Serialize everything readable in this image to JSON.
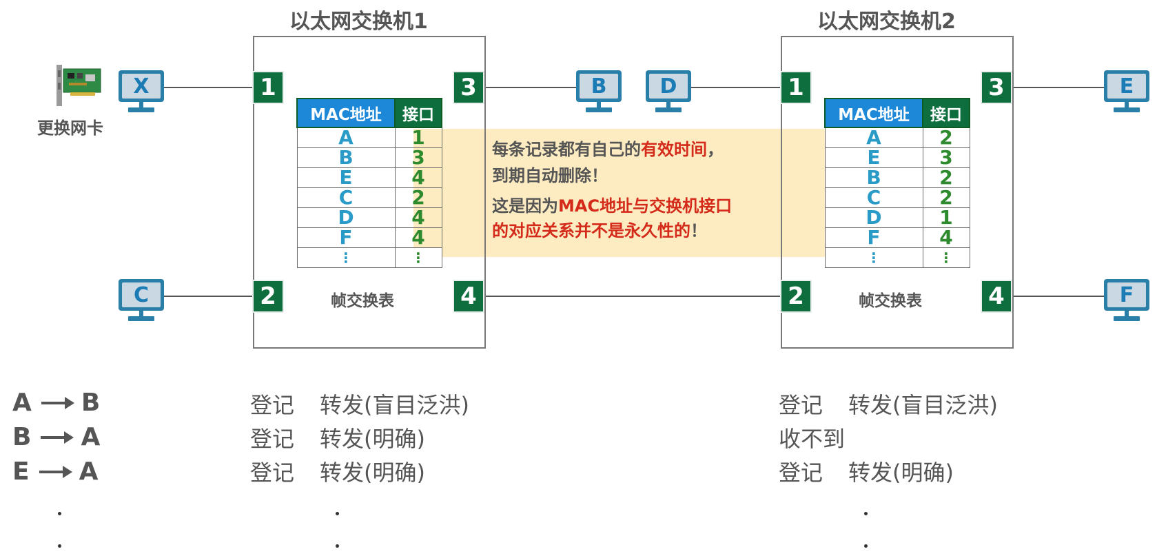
{
  "switches": [
    {
      "title": "以太网交换机1",
      "table_caption": "帧交换表",
      "headers": [
        "MAC地址",
        "接口"
      ],
      "rows": [
        [
          "A",
          "1"
        ],
        [
          "B",
          "3"
        ],
        [
          "E",
          "4"
        ],
        [
          "C",
          "2"
        ],
        [
          "D",
          "4"
        ],
        [
          "F",
          "4"
        ]
      ],
      "ellipsis": [
        "⋮",
        "⋮"
      ],
      "ports": [
        "1",
        "2",
        "3",
        "4"
      ]
    },
    {
      "title": "以太网交换机2",
      "table_caption": "帧交换表",
      "headers": [
        "MAC地址",
        "接口"
      ],
      "rows": [
        [
          "A",
          "2"
        ],
        [
          "E",
          "3"
        ],
        [
          "B",
          "2"
        ],
        [
          "C",
          "2"
        ],
        [
          "D",
          "1"
        ],
        [
          "F",
          "4"
        ]
      ],
      "ellipsis": [
        "⋮",
        "⋮"
      ],
      "ports": [
        "1",
        "2",
        "3",
        "4"
      ]
    }
  ],
  "hosts": {
    "X": "X",
    "B": "B",
    "C": "C",
    "D": "D",
    "E": "E",
    "F": "F"
  },
  "nic_label": "更换网卡",
  "note": {
    "line1_pre": "每条记录都有自己的",
    "line1_red": "有效时间",
    "line1_post": "，",
    "line2": "到期自动删除！",
    "line3_pre": "这是因为",
    "line3_red": "MAC地址与交换机接口",
    "line4_red": "的对应关系并不是永久性的",
    "line4_post": "！"
  },
  "flows": [
    {
      "src": "A",
      "dst": "B",
      "sw1": [
        "登记",
        "转发(盲目泛洪)"
      ],
      "sw2": [
        "登记",
        "转发(盲目泛洪)"
      ]
    },
    {
      "src": "B",
      "dst": "A",
      "sw1": [
        "登记",
        "转发(明确)"
      ],
      "sw2": [
        "收不到",
        ""
      ]
    },
    {
      "src": "E",
      "dst": "A",
      "sw1": [
        "登记",
        "转发(明确)"
      ],
      "sw2": [
        "登记",
        "转发(明确)"
      ]
    }
  ],
  "colors": {
    "port_green": "#0e6e3e",
    "mac_header_blue": "#1e88d8",
    "highlight": "#fde9bd",
    "note_red": "#d42a1a",
    "monitor_blue": "#2a7fa9"
  }
}
